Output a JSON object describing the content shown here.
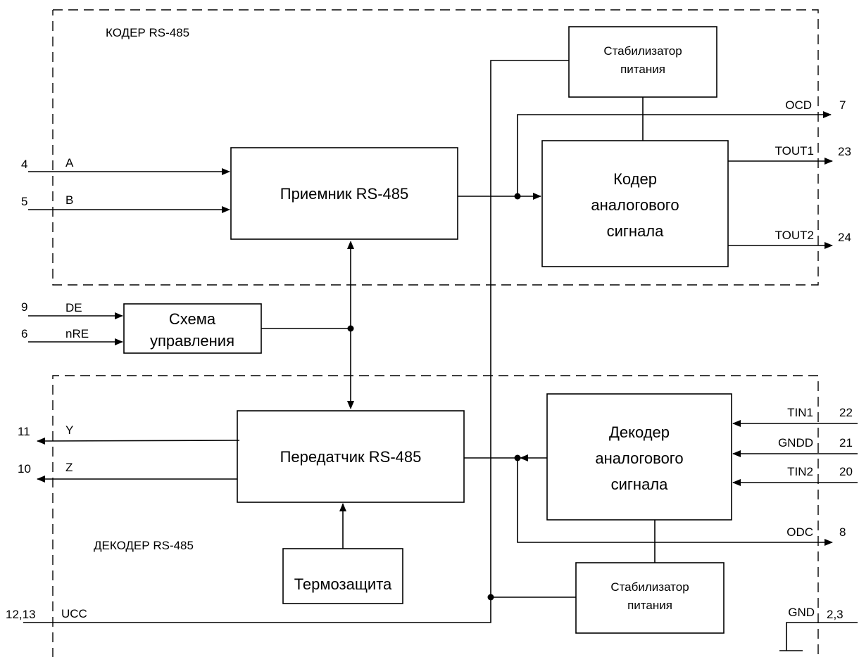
{
  "groups": {
    "coder_label": "КОДЕР RS-485",
    "decoder_label": "ДЕКОДЕР RS-485"
  },
  "blocks": {
    "stab_top": [
      "Стабилизатор",
      "питания"
    ],
    "coder": [
      "Кодер",
      "аналогового",
      "сигнала"
    ],
    "receiver": "Приемник RS-485",
    "control": [
      "Схема",
      "управления"
    ],
    "transmitter": "Передатчик RS-485",
    "decoder": [
      "Декодер",
      "аналогового",
      "сигнала"
    ],
    "thermal": "Термозащита",
    "stab_bottom": [
      "Стабилизатор",
      "питания"
    ]
  },
  "signals": {
    "A": "A",
    "B": "B",
    "DE": "DE",
    "nRE": "nRE",
    "Y": "Y",
    "Z": "Z",
    "UCC": "UCC",
    "OCD": "OCD",
    "TOUT1": "TOUT1",
    "TOUT2": "TOUT2",
    "TIN1": "TIN1",
    "GNDD": "GNDD",
    "TIN2": "TIN2",
    "ODC": "ODC",
    "GND": "GND"
  },
  "pins": {
    "A": "4",
    "B": "5",
    "DE": "9",
    "nRE": "6",
    "Y": "11",
    "Z": "10",
    "UCC": "12,13",
    "OCD": "7",
    "TOUT1": "23",
    "TOUT2": "24",
    "TIN1": "22",
    "GNDD": "21",
    "TIN2": "20",
    "ODC": "8",
    "GND": "2,3"
  }
}
